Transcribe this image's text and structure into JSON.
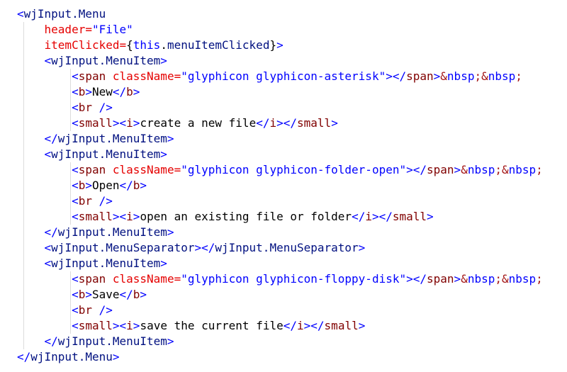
{
  "colors": {
    "delim": "#0000FF",
    "comp": "#001080",
    "tag": "#800000",
    "attr": "#E50000",
    "str": "#0000FF",
    "kw": "#0000FF",
    "var": "#001080",
    "txt": "#000000",
    "ent": "#0000FF",
    "entp": "#A31515",
    "brace": "#000000",
    "background": "#FFFFFF",
    "indent_guide": "#DCDCDC"
  },
  "code": {
    "language": "jsx",
    "lines": [
      {
        "ind": 0,
        "tokens": [
          [
            "delim",
            "<"
          ],
          [
            "comp",
            "wjInput.Menu"
          ]
        ]
      },
      {
        "ind": 4,
        "tokens": [
          [
            "attr",
            "header"
          ],
          [
            "attr",
            "="
          ],
          [
            "str",
            "\"File\""
          ]
        ]
      },
      {
        "ind": 4,
        "tokens": [
          [
            "attr",
            "itemClicked"
          ],
          [
            "attr",
            "="
          ],
          [
            "brace",
            "{"
          ],
          [
            "kw",
            "this"
          ],
          [
            "txt",
            "."
          ],
          [
            "var",
            "menuItemClicked"
          ],
          [
            "brace",
            "}"
          ],
          [
            "delim",
            ">"
          ]
        ]
      },
      {
        "ind": 4,
        "tokens": [
          [
            "delim",
            "<"
          ],
          [
            "comp",
            "wjInput.MenuItem"
          ],
          [
            "delim",
            ">"
          ]
        ]
      },
      {
        "ind": 8,
        "tokens": [
          [
            "delim",
            "<"
          ],
          [
            "tag",
            "span"
          ],
          [
            "txt",
            " "
          ],
          [
            "attr",
            "className"
          ],
          [
            "attr",
            "="
          ],
          [
            "str",
            "\"glyphicon glyphicon-asterisk\""
          ],
          [
            "delim",
            ">"
          ],
          [
            "delim",
            "</"
          ],
          [
            "tag",
            "span"
          ],
          [
            "delim",
            ">"
          ],
          [
            "entp",
            "&"
          ],
          [
            "ent",
            "nbsp"
          ],
          [
            "entp",
            ";"
          ],
          [
            "entp",
            "&"
          ],
          [
            "ent",
            "nbsp"
          ],
          [
            "entp",
            ";"
          ]
        ]
      },
      {
        "ind": 8,
        "tokens": [
          [
            "delim",
            "<"
          ],
          [
            "tag",
            "b"
          ],
          [
            "delim",
            ">"
          ],
          [
            "txt",
            "New"
          ],
          [
            "delim",
            "</"
          ],
          [
            "tag",
            "b"
          ],
          [
            "delim",
            ">"
          ]
        ]
      },
      {
        "ind": 8,
        "tokens": [
          [
            "delim",
            "<"
          ],
          [
            "tag",
            "br"
          ],
          [
            "txt",
            " "
          ],
          [
            "delim",
            "/>"
          ]
        ]
      },
      {
        "ind": 8,
        "tokens": [
          [
            "delim",
            "<"
          ],
          [
            "tag",
            "small"
          ],
          [
            "delim",
            ">"
          ],
          [
            "delim",
            "<"
          ],
          [
            "tag",
            "i"
          ],
          [
            "delim",
            ">"
          ],
          [
            "txt",
            "create a new file"
          ],
          [
            "delim",
            "</"
          ],
          [
            "tag",
            "i"
          ],
          [
            "delim",
            ">"
          ],
          [
            "delim",
            "</"
          ],
          [
            "tag",
            "small"
          ],
          [
            "delim",
            ">"
          ]
        ]
      },
      {
        "ind": 4,
        "tokens": [
          [
            "delim",
            "</"
          ],
          [
            "comp",
            "wjInput.MenuItem"
          ],
          [
            "delim",
            ">"
          ]
        ]
      },
      {
        "ind": 4,
        "tokens": [
          [
            "delim",
            "<"
          ],
          [
            "comp",
            "wjInput.MenuItem"
          ],
          [
            "delim",
            ">"
          ]
        ]
      },
      {
        "ind": 8,
        "tokens": [
          [
            "delim",
            "<"
          ],
          [
            "tag",
            "span"
          ],
          [
            "txt",
            " "
          ],
          [
            "attr",
            "className"
          ],
          [
            "attr",
            "="
          ],
          [
            "str",
            "\"glyphicon glyphicon-folder-open\""
          ],
          [
            "delim",
            ">"
          ],
          [
            "delim",
            "</"
          ],
          [
            "tag",
            "span"
          ],
          [
            "delim",
            ">"
          ],
          [
            "entp",
            "&"
          ],
          [
            "ent",
            "nbsp"
          ],
          [
            "entp",
            ";"
          ],
          [
            "entp",
            "&"
          ],
          [
            "ent",
            "nbsp"
          ],
          [
            "entp",
            ";"
          ]
        ]
      },
      {
        "ind": 8,
        "tokens": [
          [
            "delim",
            "<"
          ],
          [
            "tag",
            "b"
          ],
          [
            "delim",
            ">"
          ],
          [
            "txt",
            "Open"
          ],
          [
            "delim",
            "</"
          ],
          [
            "tag",
            "b"
          ],
          [
            "delim",
            ">"
          ]
        ]
      },
      {
        "ind": 8,
        "tokens": [
          [
            "delim",
            "<"
          ],
          [
            "tag",
            "br"
          ],
          [
            "txt",
            " "
          ],
          [
            "delim",
            "/>"
          ]
        ]
      },
      {
        "ind": 8,
        "tokens": [
          [
            "delim",
            "<"
          ],
          [
            "tag",
            "small"
          ],
          [
            "delim",
            ">"
          ],
          [
            "delim",
            "<"
          ],
          [
            "tag",
            "i"
          ],
          [
            "delim",
            ">"
          ],
          [
            "txt",
            "open an existing file or folder"
          ],
          [
            "delim",
            "</"
          ],
          [
            "tag",
            "i"
          ],
          [
            "delim",
            ">"
          ],
          [
            "delim",
            "</"
          ],
          [
            "tag",
            "small"
          ],
          [
            "delim",
            ">"
          ]
        ]
      },
      {
        "ind": 4,
        "tokens": [
          [
            "delim",
            "</"
          ],
          [
            "comp",
            "wjInput.MenuItem"
          ],
          [
            "delim",
            ">"
          ]
        ]
      },
      {
        "ind": 4,
        "tokens": [
          [
            "delim",
            "<"
          ],
          [
            "comp",
            "wjInput.MenuSeparator"
          ],
          [
            "delim",
            ">"
          ],
          [
            "delim",
            "</"
          ],
          [
            "comp",
            "wjInput.MenuSeparator"
          ],
          [
            "delim",
            ">"
          ]
        ]
      },
      {
        "ind": 4,
        "tokens": [
          [
            "delim",
            "<"
          ],
          [
            "comp",
            "wjInput.MenuItem"
          ],
          [
            "delim",
            ">"
          ]
        ]
      },
      {
        "ind": 8,
        "tokens": [
          [
            "delim",
            "<"
          ],
          [
            "tag",
            "span"
          ],
          [
            "txt",
            " "
          ],
          [
            "attr",
            "className"
          ],
          [
            "attr",
            "="
          ],
          [
            "str",
            "\"glyphicon glyphicon-floppy-disk\""
          ],
          [
            "delim",
            ">"
          ],
          [
            "delim",
            "</"
          ],
          [
            "tag",
            "span"
          ],
          [
            "delim",
            ">"
          ],
          [
            "entp",
            "&"
          ],
          [
            "ent",
            "nbsp"
          ],
          [
            "entp",
            ";"
          ],
          [
            "entp",
            "&"
          ],
          [
            "ent",
            "nbsp"
          ],
          [
            "entp",
            ";"
          ]
        ]
      },
      {
        "ind": 8,
        "tokens": [
          [
            "delim",
            "<"
          ],
          [
            "tag",
            "b"
          ],
          [
            "delim",
            ">"
          ],
          [
            "txt",
            "Save"
          ],
          [
            "delim",
            "</"
          ],
          [
            "tag",
            "b"
          ],
          [
            "delim",
            ">"
          ]
        ]
      },
      {
        "ind": 8,
        "tokens": [
          [
            "delim",
            "<"
          ],
          [
            "tag",
            "br"
          ],
          [
            "txt",
            " "
          ],
          [
            "delim",
            "/>"
          ]
        ]
      },
      {
        "ind": 8,
        "tokens": [
          [
            "delim",
            "<"
          ],
          [
            "tag",
            "small"
          ],
          [
            "delim",
            ">"
          ],
          [
            "delim",
            "<"
          ],
          [
            "tag",
            "i"
          ],
          [
            "delim",
            ">"
          ],
          [
            "txt",
            "save the current file"
          ],
          [
            "delim",
            "</"
          ],
          [
            "tag",
            "i"
          ],
          [
            "delim",
            ">"
          ],
          [
            "delim",
            "</"
          ],
          [
            "tag",
            "small"
          ],
          [
            "delim",
            ">"
          ]
        ]
      },
      {
        "ind": 4,
        "tokens": [
          [
            "delim",
            "</"
          ],
          [
            "comp",
            "wjInput.MenuItem"
          ],
          [
            "delim",
            ">"
          ]
        ]
      },
      {
        "ind": 0,
        "tokens": [
          [
            "delim",
            "</"
          ],
          [
            "comp",
            "wjInput.Menu"
          ],
          [
            "delim",
            ">"
          ]
        ]
      }
    ]
  }
}
